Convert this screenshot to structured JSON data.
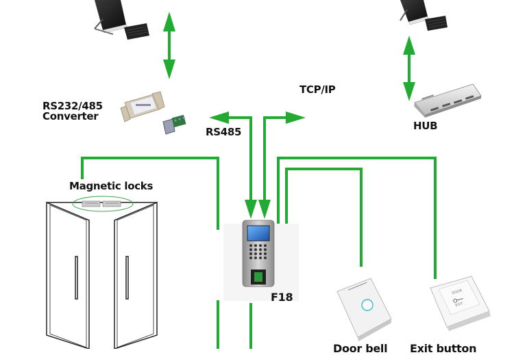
{
  "diagram": {
    "title": "F18 access control system wiring",
    "accent_color": "#22aa33",
    "labels": {
      "converter": [
        "RS232/485",
        "Converter"
      ],
      "rs485": "RS485",
      "tcpip": "TCP/IP",
      "hub": "HUB",
      "magnetic_locks": "Magnetic locks",
      "device": "F18",
      "doorbell": "Door bell",
      "exit_button": "Exit button"
    },
    "nodes": [
      {
        "id": "pc-left",
        "label": "Computer"
      },
      {
        "id": "pc-right",
        "label": "Computer"
      },
      {
        "id": "converter",
        "label": "RS232/485 Converter"
      },
      {
        "id": "hub",
        "label": "HUB"
      },
      {
        "id": "f18",
        "label": "F18"
      },
      {
        "id": "magnetic-locks",
        "label": "Magnetic locks"
      },
      {
        "id": "doorbell",
        "label": "Door bell"
      },
      {
        "id": "exit-button",
        "label": "Exit button"
      }
    ],
    "edges": [
      {
        "from": "pc-left",
        "to": "converter",
        "type": "bidirectional"
      },
      {
        "from": "pc-right",
        "to": "hub",
        "type": "bidirectional"
      },
      {
        "from": "f18",
        "to": "converter",
        "label": "RS485"
      },
      {
        "from": "f18",
        "to": "hub",
        "label": "TCP/IP"
      },
      {
        "from": "f18",
        "to": "magnetic-locks"
      },
      {
        "from": "f18",
        "to": "doorbell"
      },
      {
        "from": "f18",
        "to": "exit-button"
      }
    ],
    "exit_button_text": [
      "DOOR",
      "EXIT"
    ]
  }
}
